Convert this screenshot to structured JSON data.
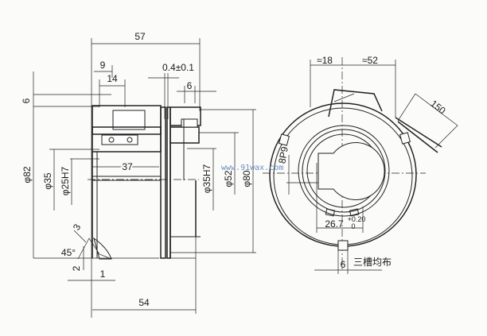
{
  "side_view": {
    "dim_overall_length": "57",
    "dim_9": "9",
    "dim_14": "14",
    "dim_air_gap": "0.4±0.1",
    "dim_6_top": "6",
    "dim_6_left": "6",
    "dim_phi82": "φ82",
    "dim_phi35": "φ35",
    "dim_phi25h7": "φ25H7",
    "dim_37": "37",
    "dim_phi35h7": "φ35H7",
    "dim_phi52": "φ52",
    "dim_phi80": "φ80",
    "dim_chamfer_3": "3",
    "dim_angle_45": "45°",
    "dim_2": "2",
    "dim_1": "1",
    "dim_54": "54"
  },
  "front_view": {
    "dim_18": "≈18",
    "dim_52": "≈52",
    "dim_150": "150",
    "dim_8p9": "8P9",
    "dim_26_7": "26.7",
    "tol_upper": "+0.20",
    "tol_lower": "0",
    "dim_6_slot": "6",
    "note_slots": "三槽均布"
  },
  "watermark": "www.91wax.com"
}
